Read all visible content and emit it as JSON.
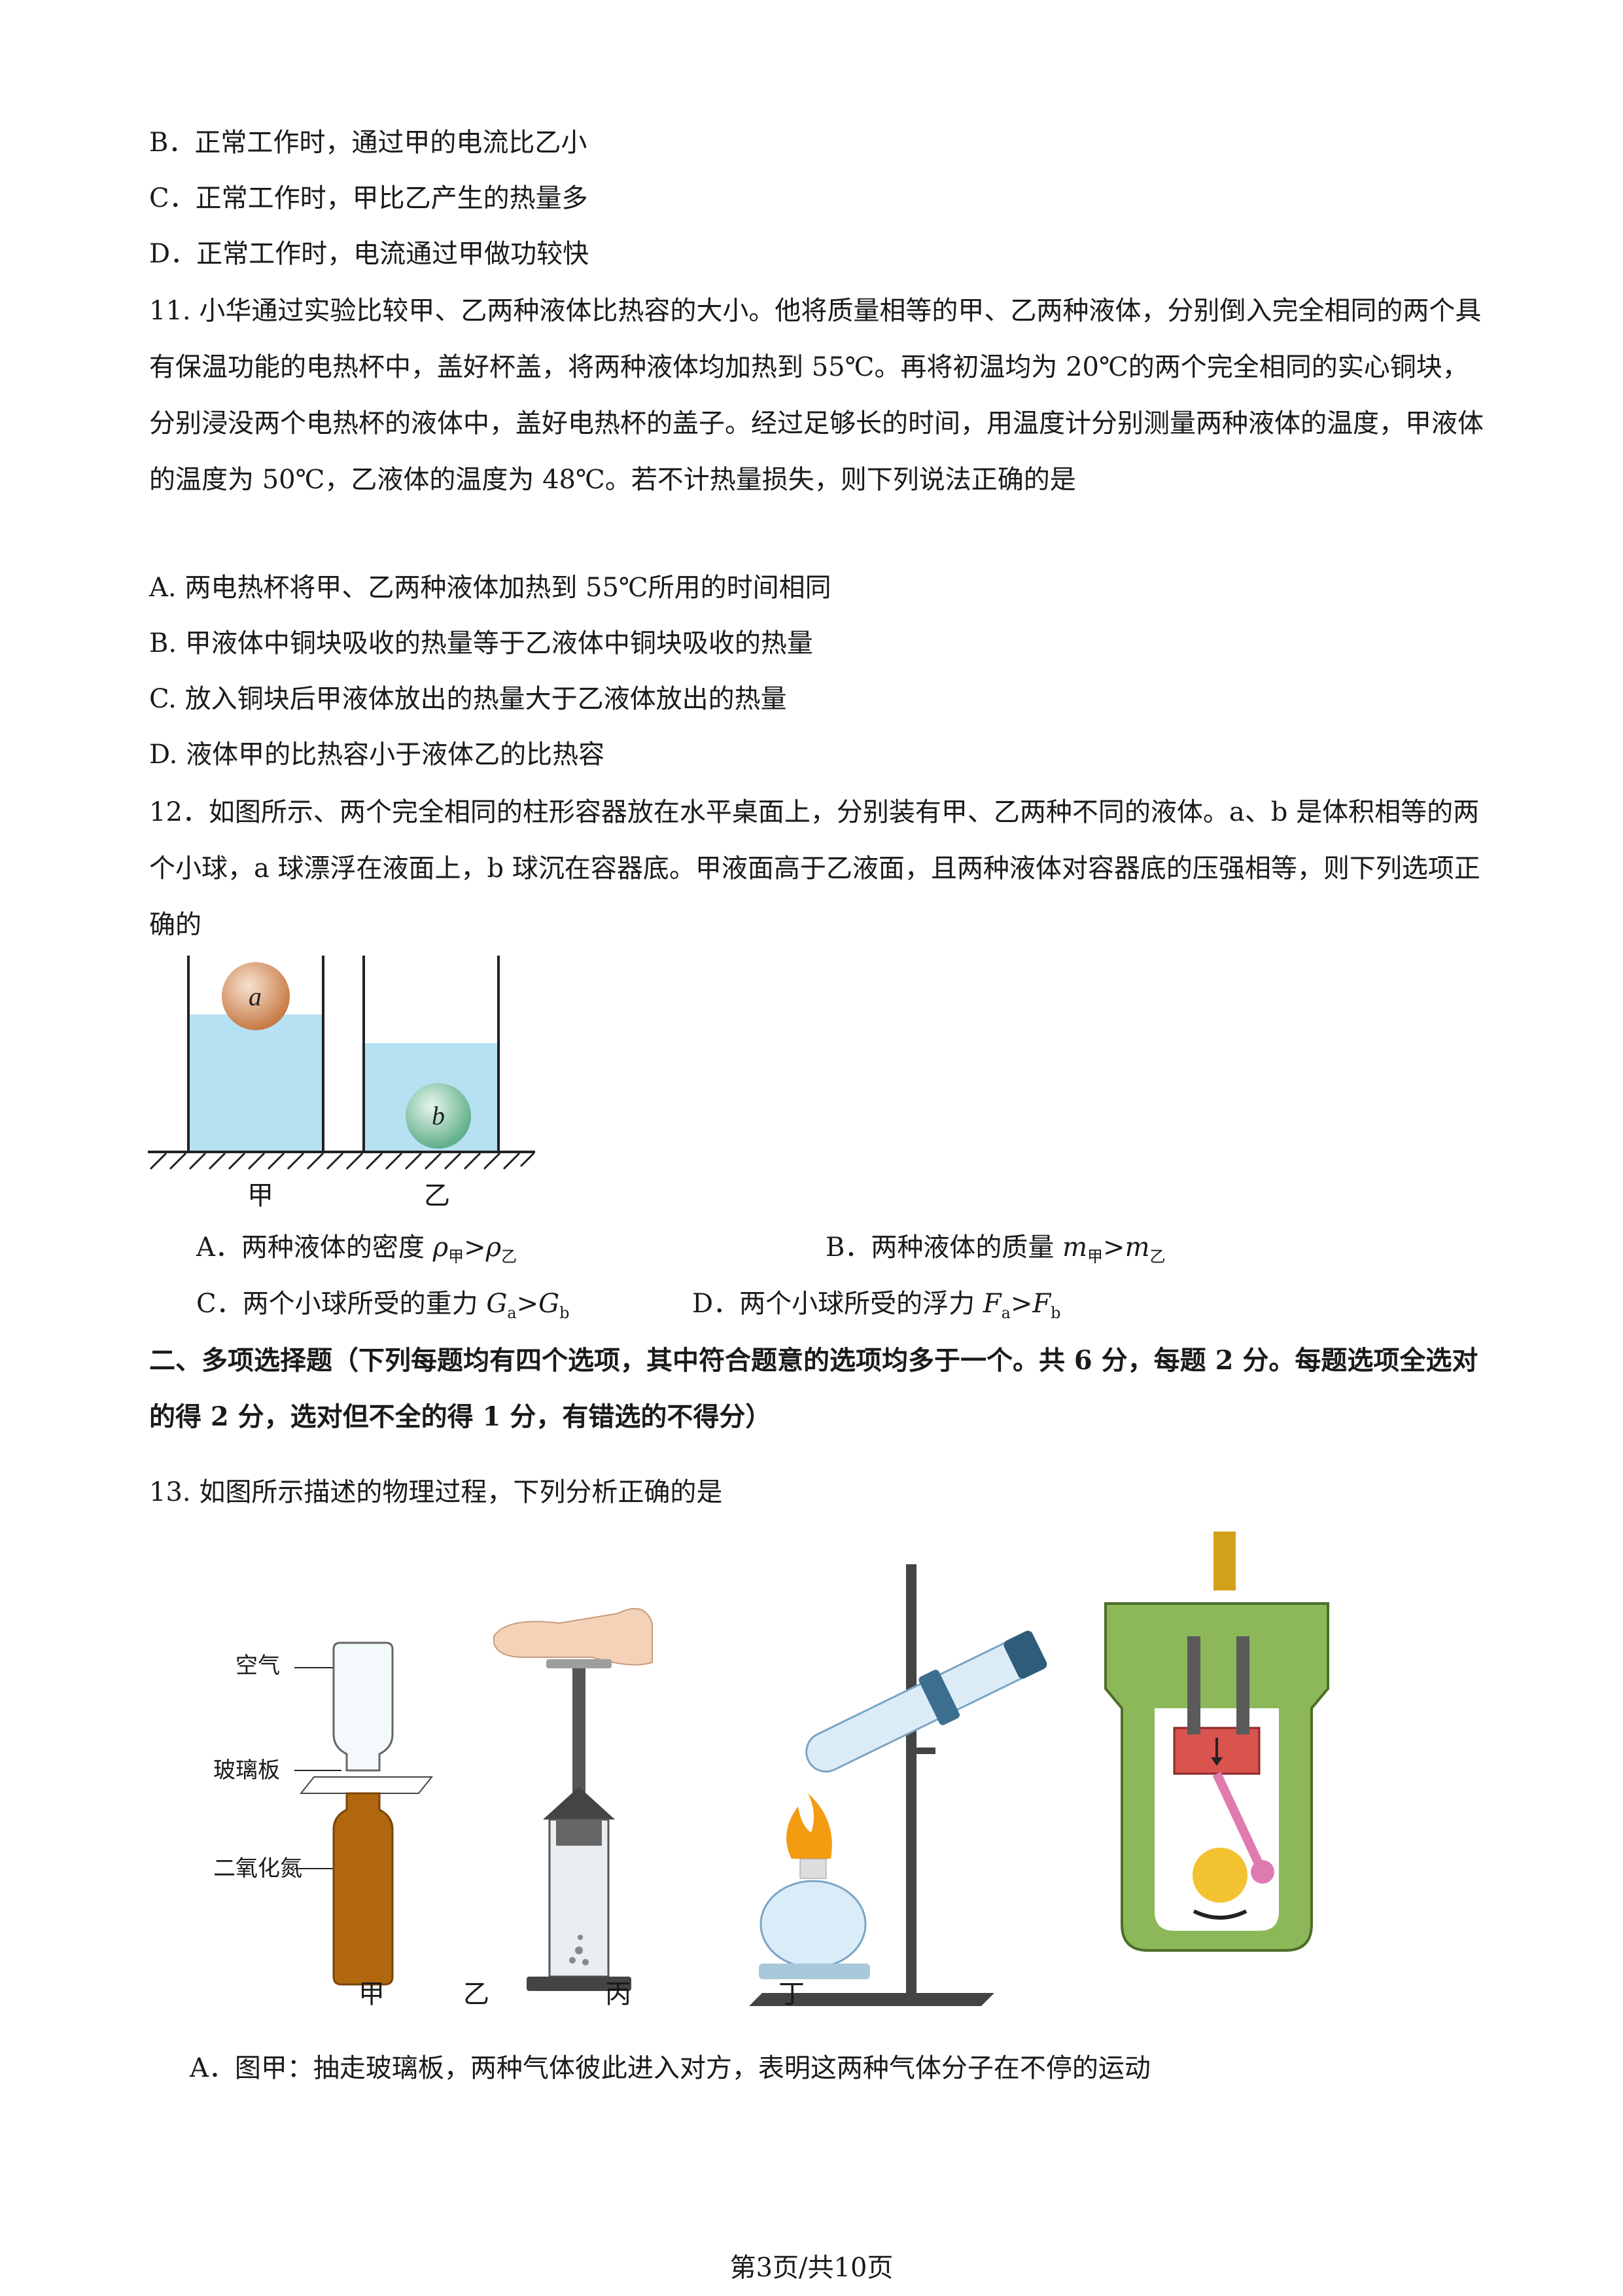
{
  "lines": {
    "q10B": "B．正常工作时，通过甲的电流比乙小",
    "q10C": "C．正常工作时，甲比乙产生的热量多",
    "q10D": "D．正常工作时，电流通过甲做功较快"
  },
  "q11": {
    "stem": "11. 小华通过实验比较甲、乙两种液体比热容的大小。他将质量相等的甲、乙两种液体，分别倒入完全相同的两个具有保温功能的电热杯中，盖好杯盖，将两种液体均加热到 55℃。再将初温均为 20℃的两个完全相同的实心铜块，分别浸没两个电热杯的液体中，盖好电热杯的盖子。经过足够长的时间，用温度计分别测量两种液体的温度，甲液体的温度为 50℃，乙液体的温度为 48℃。若不计热量损失，则下列说法正确的是",
    "A": "A. 两电热杯将甲、乙两种液体加热到 55℃所用的时间相同",
    "B": "B. 甲液体中铜块吸收的热量等于乙液体中铜块吸收的热量",
    "C": "C. 放入铜块后甲液体放出的热量大于乙液体放出的热量",
    "D": "D. 液体甲的比热容小于液体乙的比热容"
  },
  "q12": {
    "stem": "12．如图所示、两个完全相同的柱形容器放在水平桌面上，分别装有甲、乙两种不同的液体。a、b 是体积相等的两个小球，a 球漂浮在液面上，b 球沉在容器底。甲液面高于乙液面，且两种液体对容器底的压强相等，则下列选项正确的",
    "ball_a": "a",
    "ball_b": "b",
    "label_jia": "甲",
    "label_yi": "乙",
    "optA_text": "A．两种液体的密度 ",
    "optA_rho": "ρ",
    "optA_sub1": "甲",
    "optA_gt": ">",
    "optA_sub2": "乙",
    "optB_text": "B．两种液体的质量 ",
    "optB_m": "m",
    "optB_sub1": "甲",
    "optB_gt": ">",
    "optB_sub2": "乙",
    "optC_text": "C．两个小球所受的重力 ",
    "optC_G": "G",
    "optC_sub1": "a",
    "optC_gt": ">",
    "optC_sub2": "b",
    "optD_text": "D．两个小球所受的浮力 ",
    "optD_F": "F",
    "optD_sub1": "a",
    "optD_gt": ">",
    "optD_sub2": "b"
  },
  "section2": {
    "heading": "二、多项选择题（下列每题均有四个选项，其中符合题意的选项均多于一个。共 6 分，每题 2 分。每题选项全选对的得 2 分，选对但不全的得 1 分，有错选的不得分）"
  },
  "q13": {
    "stem": "13.  如图所示描述的物理过程，下列分析正确的是",
    "label_air": "空气",
    "label_glass": "玻璃板",
    "label_no2": "二氧化氮",
    "cap_jia": "甲",
    "cap_yi": "乙",
    "cap_bing": "丙",
    "cap_ding": "丁",
    "A": "A．图甲：抽走玻璃板，两种气体彼此进入对方，表明这两种气体分子在不停的运动"
  },
  "footer": "第3页/共10页",
  "colors": {
    "liquid": "#b5e1f3",
    "ball_a": "#d4956a",
    "ball_b": "#7fc7a5",
    "bottle_brown": "#b0670e",
    "engine_green": "#8db85a",
    "engine_red": "#d9534f",
    "flame": "#f39c12"
  }
}
